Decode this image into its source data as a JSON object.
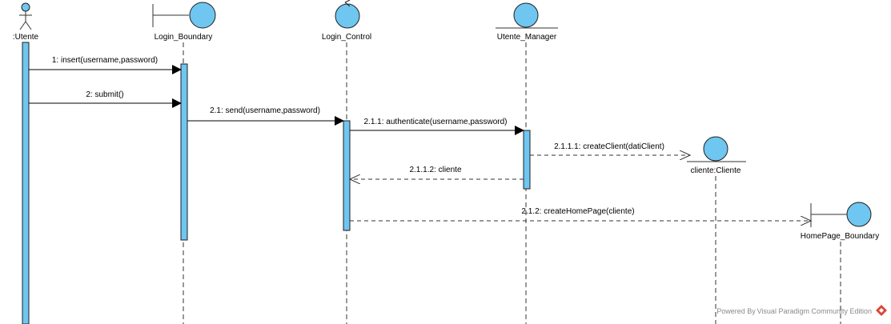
{
  "diagram": {
    "type": "uml-sequence",
    "participants": [
      {
        "id": "utente",
        "label": ":Utente",
        "kind": "actor"
      },
      {
        "id": "login_boundary",
        "label": "Login_Boundary",
        "kind": "boundary"
      },
      {
        "id": "login_control",
        "label": "Login_Control",
        "kind": "control"
      },
      {
        "id": "utente_manager",
        "label": "Utente_Manager",
        "kind": "entity"
      },
      {
        "id": "cliente",
        "label": "cliente:Cliente",
        "kind": "entity"
      },
      {
        "id": "homepage_boundary",
        "label": "HomePage_Boundary",
        "kind": "boundary"
      }
    ],
    "messages": [
      {
        "label": "1: insert(username,password)",
        "from": "utente",
        "to": "login_boundary",
        "style": "sync"
      },
      {
        "label": "2: submit()",
        "from": "utente",
        "to": "login_boundary",
        "style": "sync"
      },
      {
        "label": "2.1: send(username,password)",
        "from": "login_boundary",
        "to": "login_control",
        "style": "sync"
      },
      {
        "label": "2.1.1: authenticate(username,password)",
        "from": "login_control",
        "to": "utente_manager",
        "style": "sync"
      },
      {
        "label": "2.1.1.1: createClient(datiClient)",
        "from": "utente_manager",
        "to": "cliente",
        "style": "create"
      },
      {
        "label": "2.1.1.2: cliente",
        "from": "utente_manager",
        "to": "login_control",
        "style": "return"
      },
      {
        "label": "2.1.2: createHomePage(cliente)",
        "from": "login_control",
        "to": "homepage_boundary",
        "style": "create"
      }
    ],
    "colors": {
      "fill": "#6fc6f0",
      "stroke": "#1f1f1f",
      "lifeline": "#333333",
      "watermark_text": "#8a8a8a",
      "watermark_logo": "#d9463a"
    }
  },
  "watermark": {
    "text": "Powered By Visual Paradigm Community Edition",
    "icon": "visual-paradigm-logo-icon"
  }
}
